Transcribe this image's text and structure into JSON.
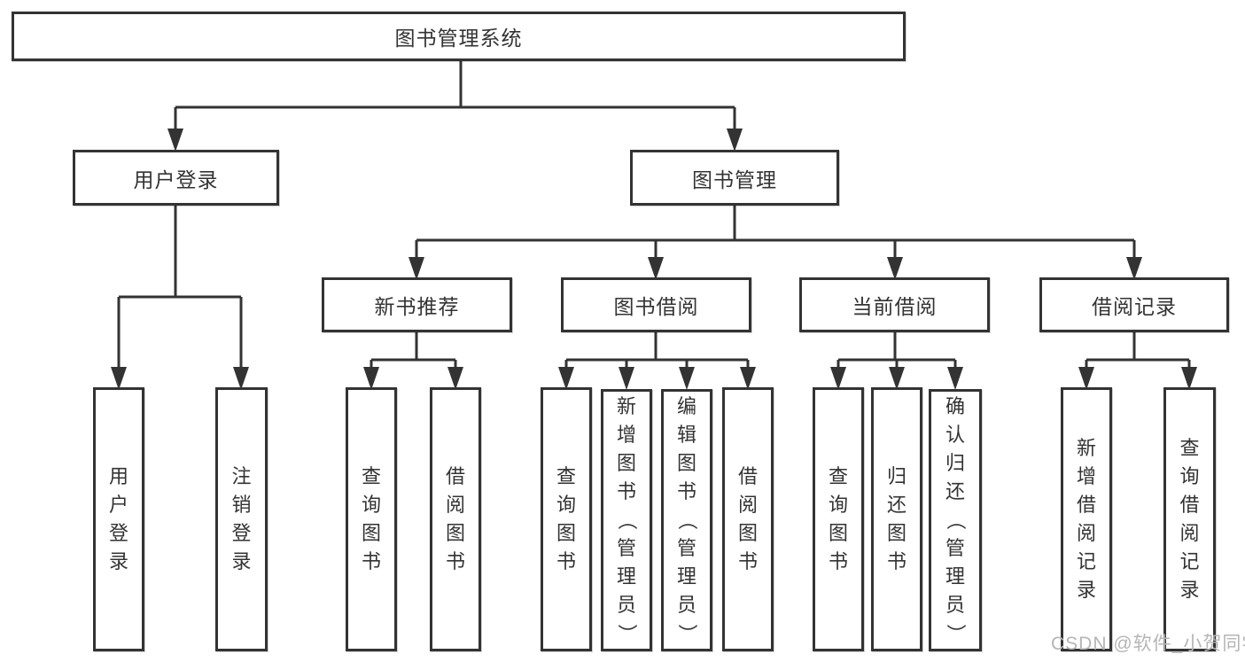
{
  "tree": {
    "label": "图书管理系统",
    "children": [
      {
        "label": "用户登录",
        "children": [
          {
            "label": "用户登录"
          },
          {
            "label": "注销登录"
          }
        ]
      },
      {
        "label": "图书管理",
        "children": [
          {
            "label": "新书推荐",
            "children": [
              {
                "label": "查询图书"
              },
              {
                "label": "借阅图书"
              }
            ]
          },
          {
            "label": "图书借阅",
            "children": [
              {
                "label": "查询图书"
              },
              {
                "label": "新增图书（管理员）"
              },
              {
                "label": "编辑图书（管理员）"
              },
              {
                "label": "借阅图书"
              }
            ]
          },
          {
            "label": "当前借阅",
            "children": [
              {
                "label": "查询图书"
              },
              {
                "label": "归还图书"
              },
              {
                "label": "确认归还（管理员）"
              }
            ]
          },
          {
            "label": "借阅记录",
            "children": [
              {
                "label": "新增借阅记录"
              },
              {
                "label": "查询借阅记录"
              }
            ]
          }
        ]
      }
    ]
  },
  "watermark": {
    "text": "CSDN @软件_小贺同学"
  },
  "colors": {
    "line": "#333333",
    "text": "#333333",
    "background": "#ffffff",
    "watermark": "#b5b5b5"
  }
}
